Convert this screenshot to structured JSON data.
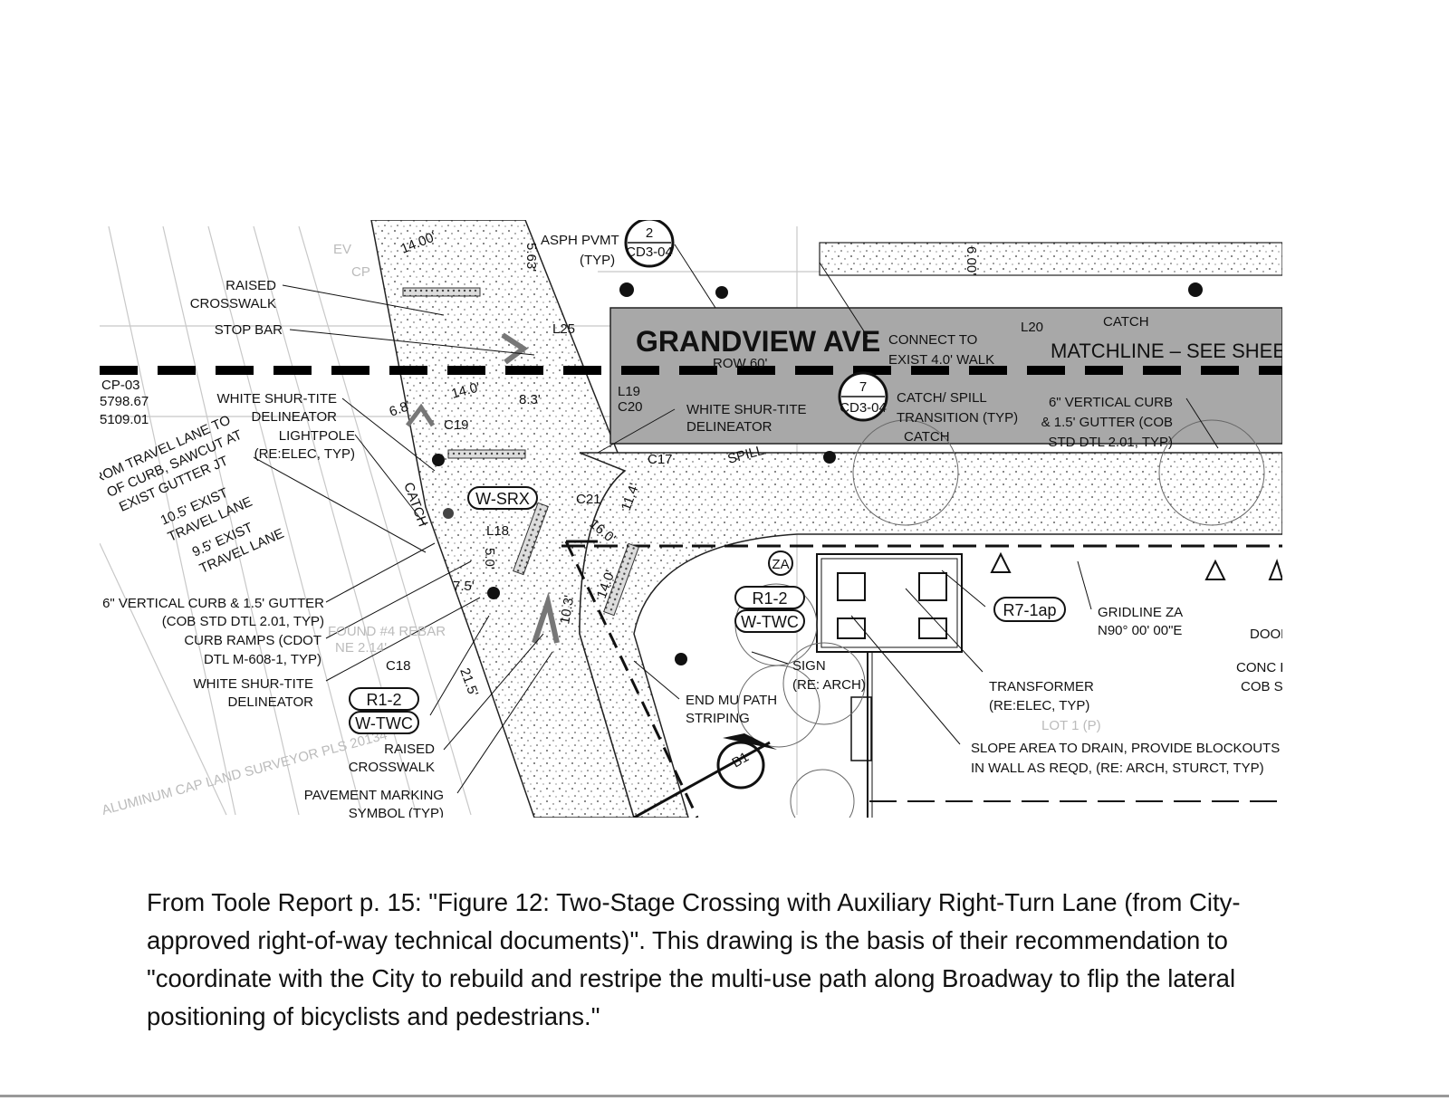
{
  "figure": {
    "street_name": "GRANDVIEW AVE",
    "row": "ROW 60'",
    "matchline": "MATCHLINE – SEE SHEE",
    "labels": {
      "raised_crosswalk_1a": "RAISED",
      "raised_crosswalk_1b": "CROSSWALK",
      "stop_bar": "STOP BAR",
      "cp03_a": "CP-03",
      "cp03_b": "5798.67",
      "cp03_c": "5109.01",
      "shur_tite_1a": "WHITE SHUR-TITE",
      "shur_tite_1b": "DELINEATOR",
      "lightpole_a": "LIGHTPOLE",
      "lightpole_b": "(RE:ELEC, TYP)",
      "travel_lane_a": "ROM TRAVEL LANE TO",
      "travel_lane_b": "OF CURB, SAWCUT AT",
      "travel_lane_c": "EXIST GUTTER JT",
      "lane_105_a": "10.5' EXIST",
      "lane_105_b": "TRAVEL LANE",
      "lane_95_a": "9.5' EXIST",
      "lane_95_b": "TRAVEL LANE",
      "curb_a": "6\" VERTICAL CURB & 1.5' GUTTER",
      "curb_b": "(COB STD DTL 2.01, TYP)",
      "ramps_a": "CURB RAMPS (CDOT",
      "ramps_b": "DTL M-608-1, TYP)",
      "shur_tite_2a": "WHITE SHUR-TITE",
      "shur_tite_2b": "DELINEATOR",
      "c18": "C18",
      "raised_crosswalk_2a": "RAISED",
      "raised_crosswalk_2b": "CROSSWALK",
      "pavement_a": "PAVEMENT MARKING",
      "pavement_b": "SYMBOL (TYP)",
      "asph_a": "ASPH PVMT",
      "asph_b": "(TYP)",
      "dim_1400": "14.00'",
      "dim_563": "5.63'",
      "dim_600": "6.00'",
      "dim_140": "14.0'",
      "dim_83": "8.3'",
      "dim_68": "6.8'",
      "dim_160": "16.0'",
      "dim_114": "11.4'",
      "dim_1401": "14.0'",
      "dim_103": "10.3'",
      "dim_215": "21.5'",
      "dim_50": "5.0'",
      "dim_75": "7.5'",
      "l25": "L25",
      "l19": "L19",
      "c20": "C20",
      "c19": "C19",
      "c21": "C21",
      "c17": "C17",
      "l18": "L18",
      "l20": "L20",
      "catch_top": "CATCH",
      "catch_mid": "CATCH",
      "spill": "SPILL",
      "catch_side": "CATCH",
      "shur_tite_3a": "WHITE SHUR-TITE",
      "shur_tite_3b": "DELINEATOR",
      "connect_a": "CONNECT TO",
      "connect_b": "EXIST 4.0' WALK",
      "catch_spill_a": "CATCH/ SPILL",
      "catch_spill_b": "TRANSITION (TYP)",
      "curb2_a": "6\" VERTICAL CURB",
      "curb2_b": "& 1.5' GUTTER (COB",
      "curb2_c": "STD DTL 2.01, TYP)",
      "detail2_num": "2",
      "detail2_sheet": "CD3-04",
      "detail7_num": "7",
      "detail7_sheet": "CD3-04",
      "tag_wsrx": "W-SRX",
      "tag_r12_a": "R1-2",
      "tag_wtwc_a": "W-TWC",
      "tag_r12_b": "R1-2",
      "tag_wtwc_b": "W-TWC",
      "tag_r71ap": "R7-1ap",
      "tag_za": "ZA",
      "tag_b1": "B1",
      "sign_a": "SIGN",
      "sign_b": "(RE: ARCH)",
      "end_path_a": "END MU PATH",
      "end_path_b": "STRIPING",
      "gridline_a": "GRIDLINE ZA",
      "gridline_b": "N90° 00' 00\"E",
      "door": "DOOR",
      "conc_a": "CONC F",
      "conc_b": "COB S",
      "transformer_a": "TRANSFORMER",
      "transformer_b": "(RE:ELEC, TYP)",
      "slope_a": "SLOPE AREA TO DRAIN, PROVIDE BLOCKOUTS",
      "slope_b": "IN WALL AS REQD, (RE: ARCH, STURCT, TYP)",
      "lot": "LOT 1 (P)",
      "rebar_a": "FOUND #4 REBAR",
      "rebar_b": "NE 2.14'",
      "surveyor": "ALUMINUM CAP LAND SURVEYOR PLS 20134",
      "ev": "EV",
      "cp": "CP"
    }
  },
  "caption": "From Toole Report p. 15: \"Figure 12: Two-Stage Crossing with Auxiliary Right-Turn Lane (from City-approved right-of-way technical documents)\". This drawing is the basis of their recommendation to \"coordinate with the City to rebuild and restripe the multi-use path along Broadway to flip the lateral positioning of bicyclists and pedestrians.\"",
  "colors": {
    "street_fill": "#a8a8a8",
    "ink": "#111111",
    "faint": "#bbbbbb"
  }
}
